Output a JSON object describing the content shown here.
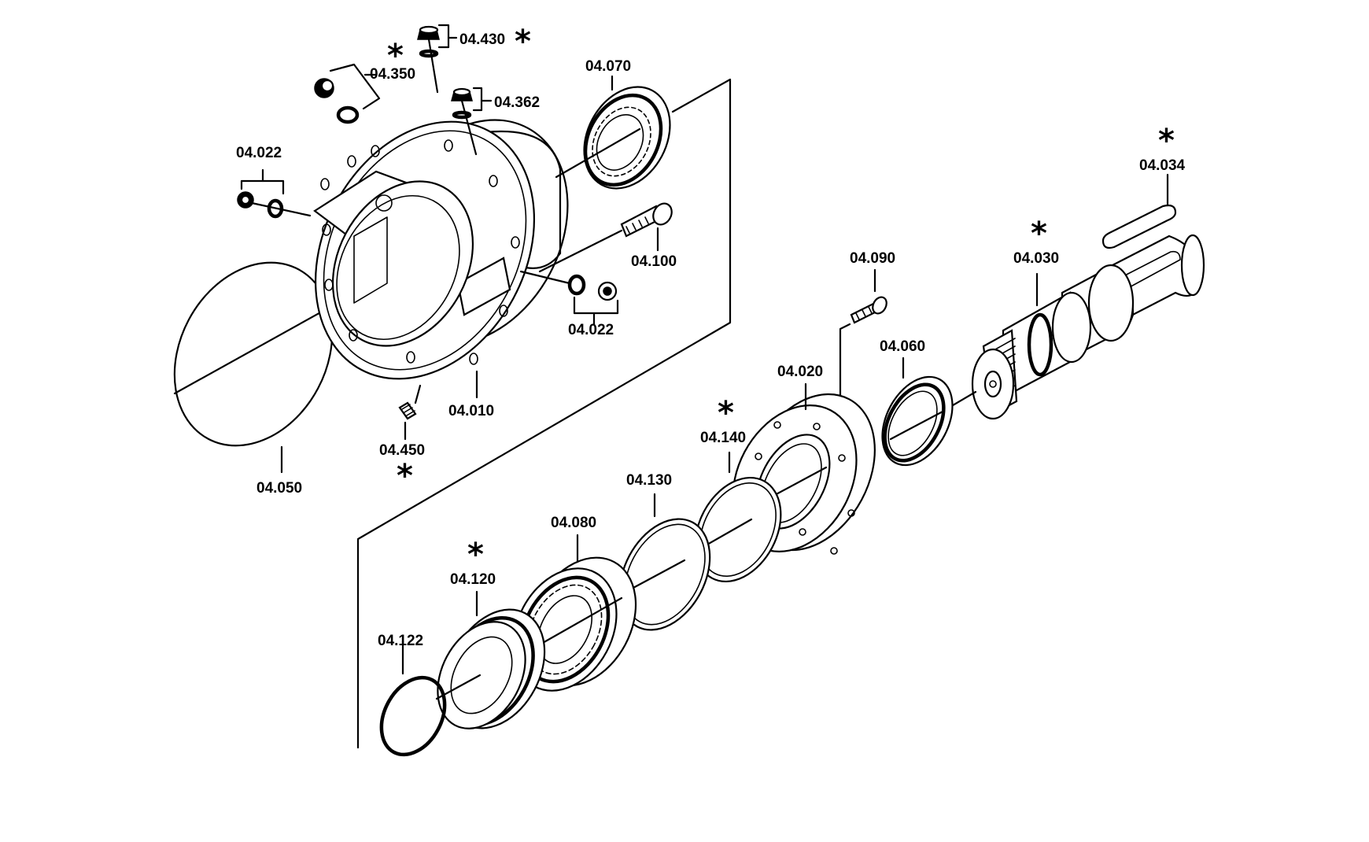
{
  "labels": {
    "p04_010": "04.010",
    "p04_020": "04.020",
    "p04_022a": "04.022",
    "p04_022b": "04.022",
    "p04_030": "04.030",
    "p04_034": "04.034",
    "p04_050": "04.050",
    "p04_060": "04.060",
    "p04_070": "04.070",
    "p04_080": "04.080",
    "p04_090": "04.090",
    "p04_100": "04.100",
    "p04_120": "04.120",
    "p04_122": "04.122",
    "p04_130": "04.130",
    "p04_140": "04.140",
    "p04_350": "04.350",
    "p04_362": "04.362",
    "p04_430": "04.430",
    "p04_450": "04.450"
  },
  "marker": "*"
}
